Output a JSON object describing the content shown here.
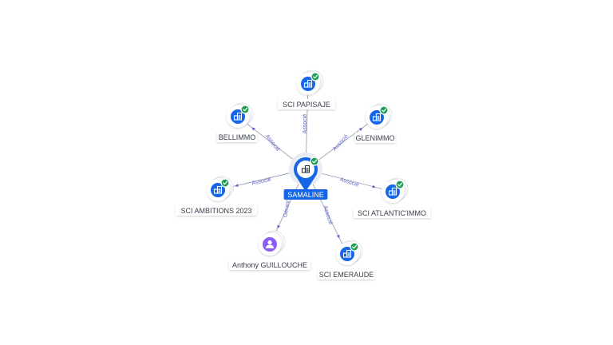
{
  "center": {
    "label": "SAMALINE",
    "type": "company",
    "verified": true
  },
  "nodes": [
    {
      "label": "SCI PAPISAJE",
      "type": "company",
      "verified": true,
      "edge": "Associé"
    },
    {
      "label": "BELLIMMO",
      "type": "company",
      "verified": true,
      "edge": "Associé"
    },
    {
      "label": "GLENIMMO",
      "type": "company",
      "verified": true,
      "edge": "Associé"
    },
    {
      "label": "SCI AMBITIONS 2023",
      "type": "company",
      "verified": true,
      "edge": "Associé"
    },
    {
      "label": "SCI ATLANTIC'IMMO",
      "type": "company",
      "verified": true,
      "edge": "Associé"
    },
    {
      "label": "Anthony GUILLOUCHE",
      "type": "person",
      "verified": false,
      "edge": "Gérant"
    },
    {
      "label": "SCI EMERAUDE",
      "type": "company",
      "verified": true,
      "edge": "Associé"
    }
  ],
  "colors": {
    "company": "#1565e8",
    "person": "#8b5cf6",
    "check": "#1f9d55",
    "edge": "#9aa3b5",
    "edge_label": "#5b63c9",
    "center_tag": "#1565e8"
  },
  "icons": {
    "company": "building-icon",
    "person": "person-icon",
    "verified": "check-badge-icon"
  }
}
